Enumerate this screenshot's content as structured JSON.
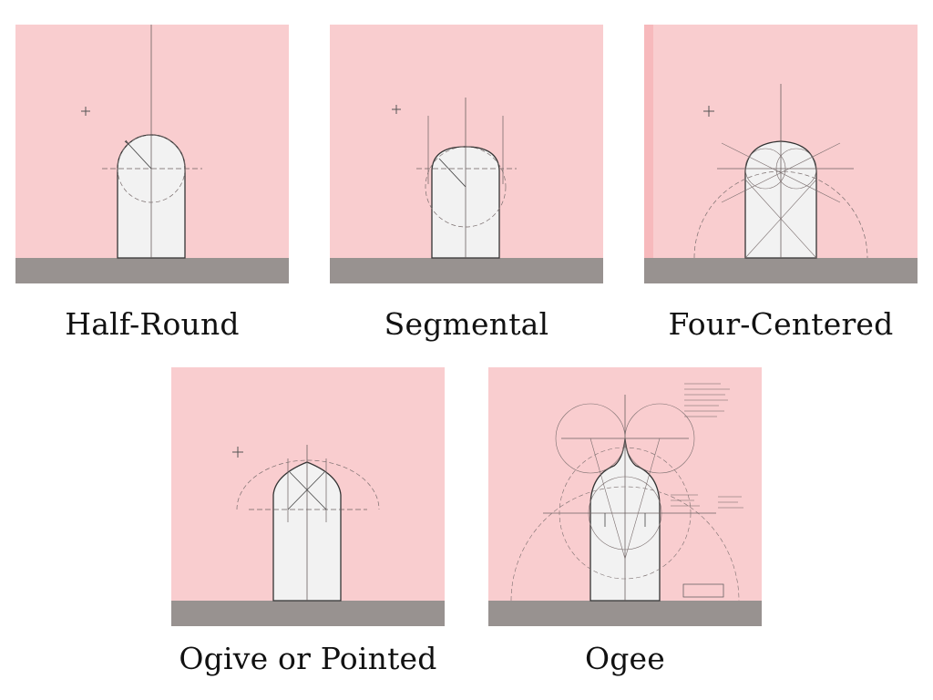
{
  "colors": {
    "paper": "#f9cdcf",
    "ground": "#989290",
    "opening": "#f2f2f2",
    "pencil": "#5a5050"
  },
  "panels": [
    {
      "id": "half-round",
      "caption": "Half-Round"
    },
    {
      "id": "segmental",
      "caption": "Segmental"
    },
    {
      "id": "four-centered",
      "caption": "Four-Centered"
    },
    {
      "id": "ogive",
      "caption": "Ogive or Pointed"
    },
    {
      "id": "ogee",
      "caption": "Ogee"
    }
  ]
}
